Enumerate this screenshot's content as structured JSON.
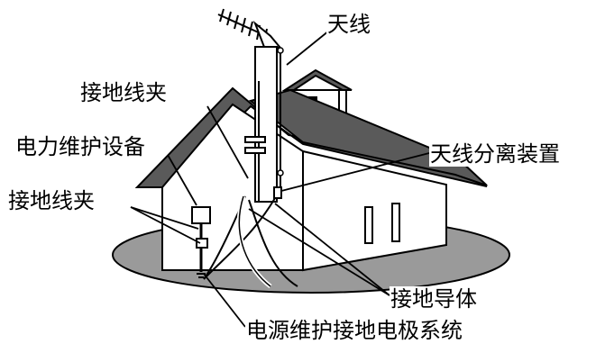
{
  "labels": {
    "antenna": "天线",
    "grounding_clamp_top": "接地线夹",
    "power_service_equipment": "电力维护设备",
    "antenna_discharge_unit": "天线分离装置",
    "grounding_clamp_left": "接地线夹",
    "grounding_conductor": "接地导体",
    "power_service_grounding_electrode_system": "电源维护接地电极系统"
  },
  "colors": {
    "roof": "#5a5a5a",
    "ground": "#9a9a9a",
    "outline": "#000000",
    "wall": "#ffffff"
  }
}
